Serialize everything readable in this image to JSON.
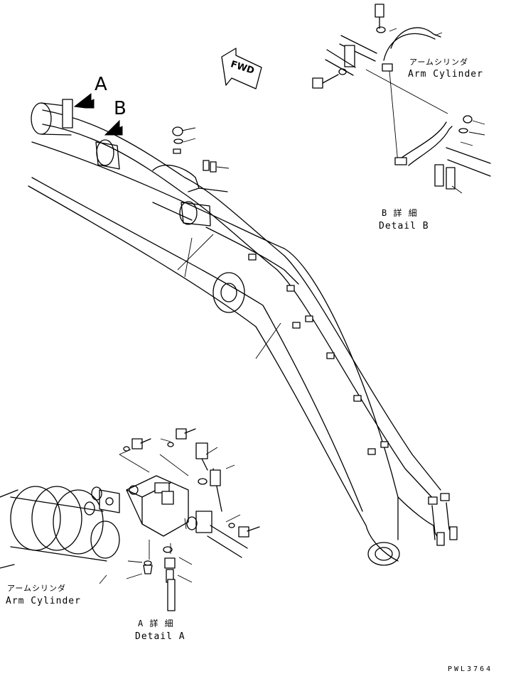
{
  "callouts": {
    "view_a": "A",
    "view_b": "B",
    "fwd": "FWD"
  },
  "detail_b": {
    "arm_cylinder_jp": "アームシリンダ",
    "arm_cylinder_en": "Arm Cylinder",
    "title_jp": "B 詳 細",
    "title_en": "Detail B"
  },
  "detail_a": {
    "arm_cylinder_jp": "アームシリンダ",
    "arm_cylinder_en": "Arm Cylinder",
    "title_jp": "A 詳 細",
    "title_en": "Detail A"
  },
  "drawing_number": "PWL3764"
}
